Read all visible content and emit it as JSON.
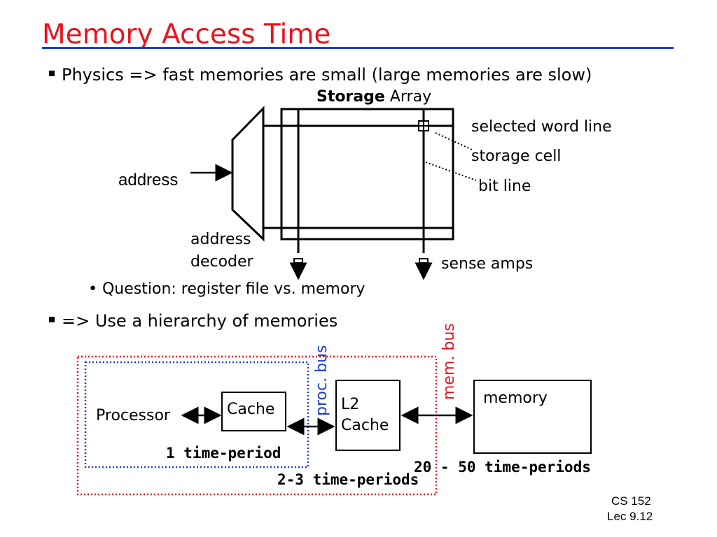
{
  "title": "Memory Access Time",
  "bullets": {
    "b1": "Physics => fast memories are small (large memories are slow)",
    "sub1": "Question: register file vs. memory",
    "b2": "=> Use a hierarchy of memories"
  },
  "diagram": {
    "storage_bold": "Storage",
    "storage_rest": "Array",
    "selected_word_line": "selected word line",
    "storage_cell": "storage cell",
    "bit_line": "bit line",
    "address": "address",
    "address_decoder_1": "address",
    "address_decoder_2": "decoder",
    "sense_amps": "sense amps"
  },
  "hierarchy": {
    "processor": "Processor",
    "cache": "Cache",
    "l2_line1": "L2",
    "l2_line2": "Cache",
    "memory": "memory",
    "proc_bus": "proc. bus",
    "mem_bus": "mem. bus",
    "t1": "1 time-period",
    "t2": "2-3 time-periods",
    "t3": "20 - 50 time-periods"
  },
  "footer": {
    "course": "CS 152",
    "lecture": "Lec 9.12"
  },
  "colors": {
    "title": "#e8141c",
    "rule": "#1d3fcf",
    "blue_box": "#1d3fcf",
    "red_box": "#e8141c"
  }
}
